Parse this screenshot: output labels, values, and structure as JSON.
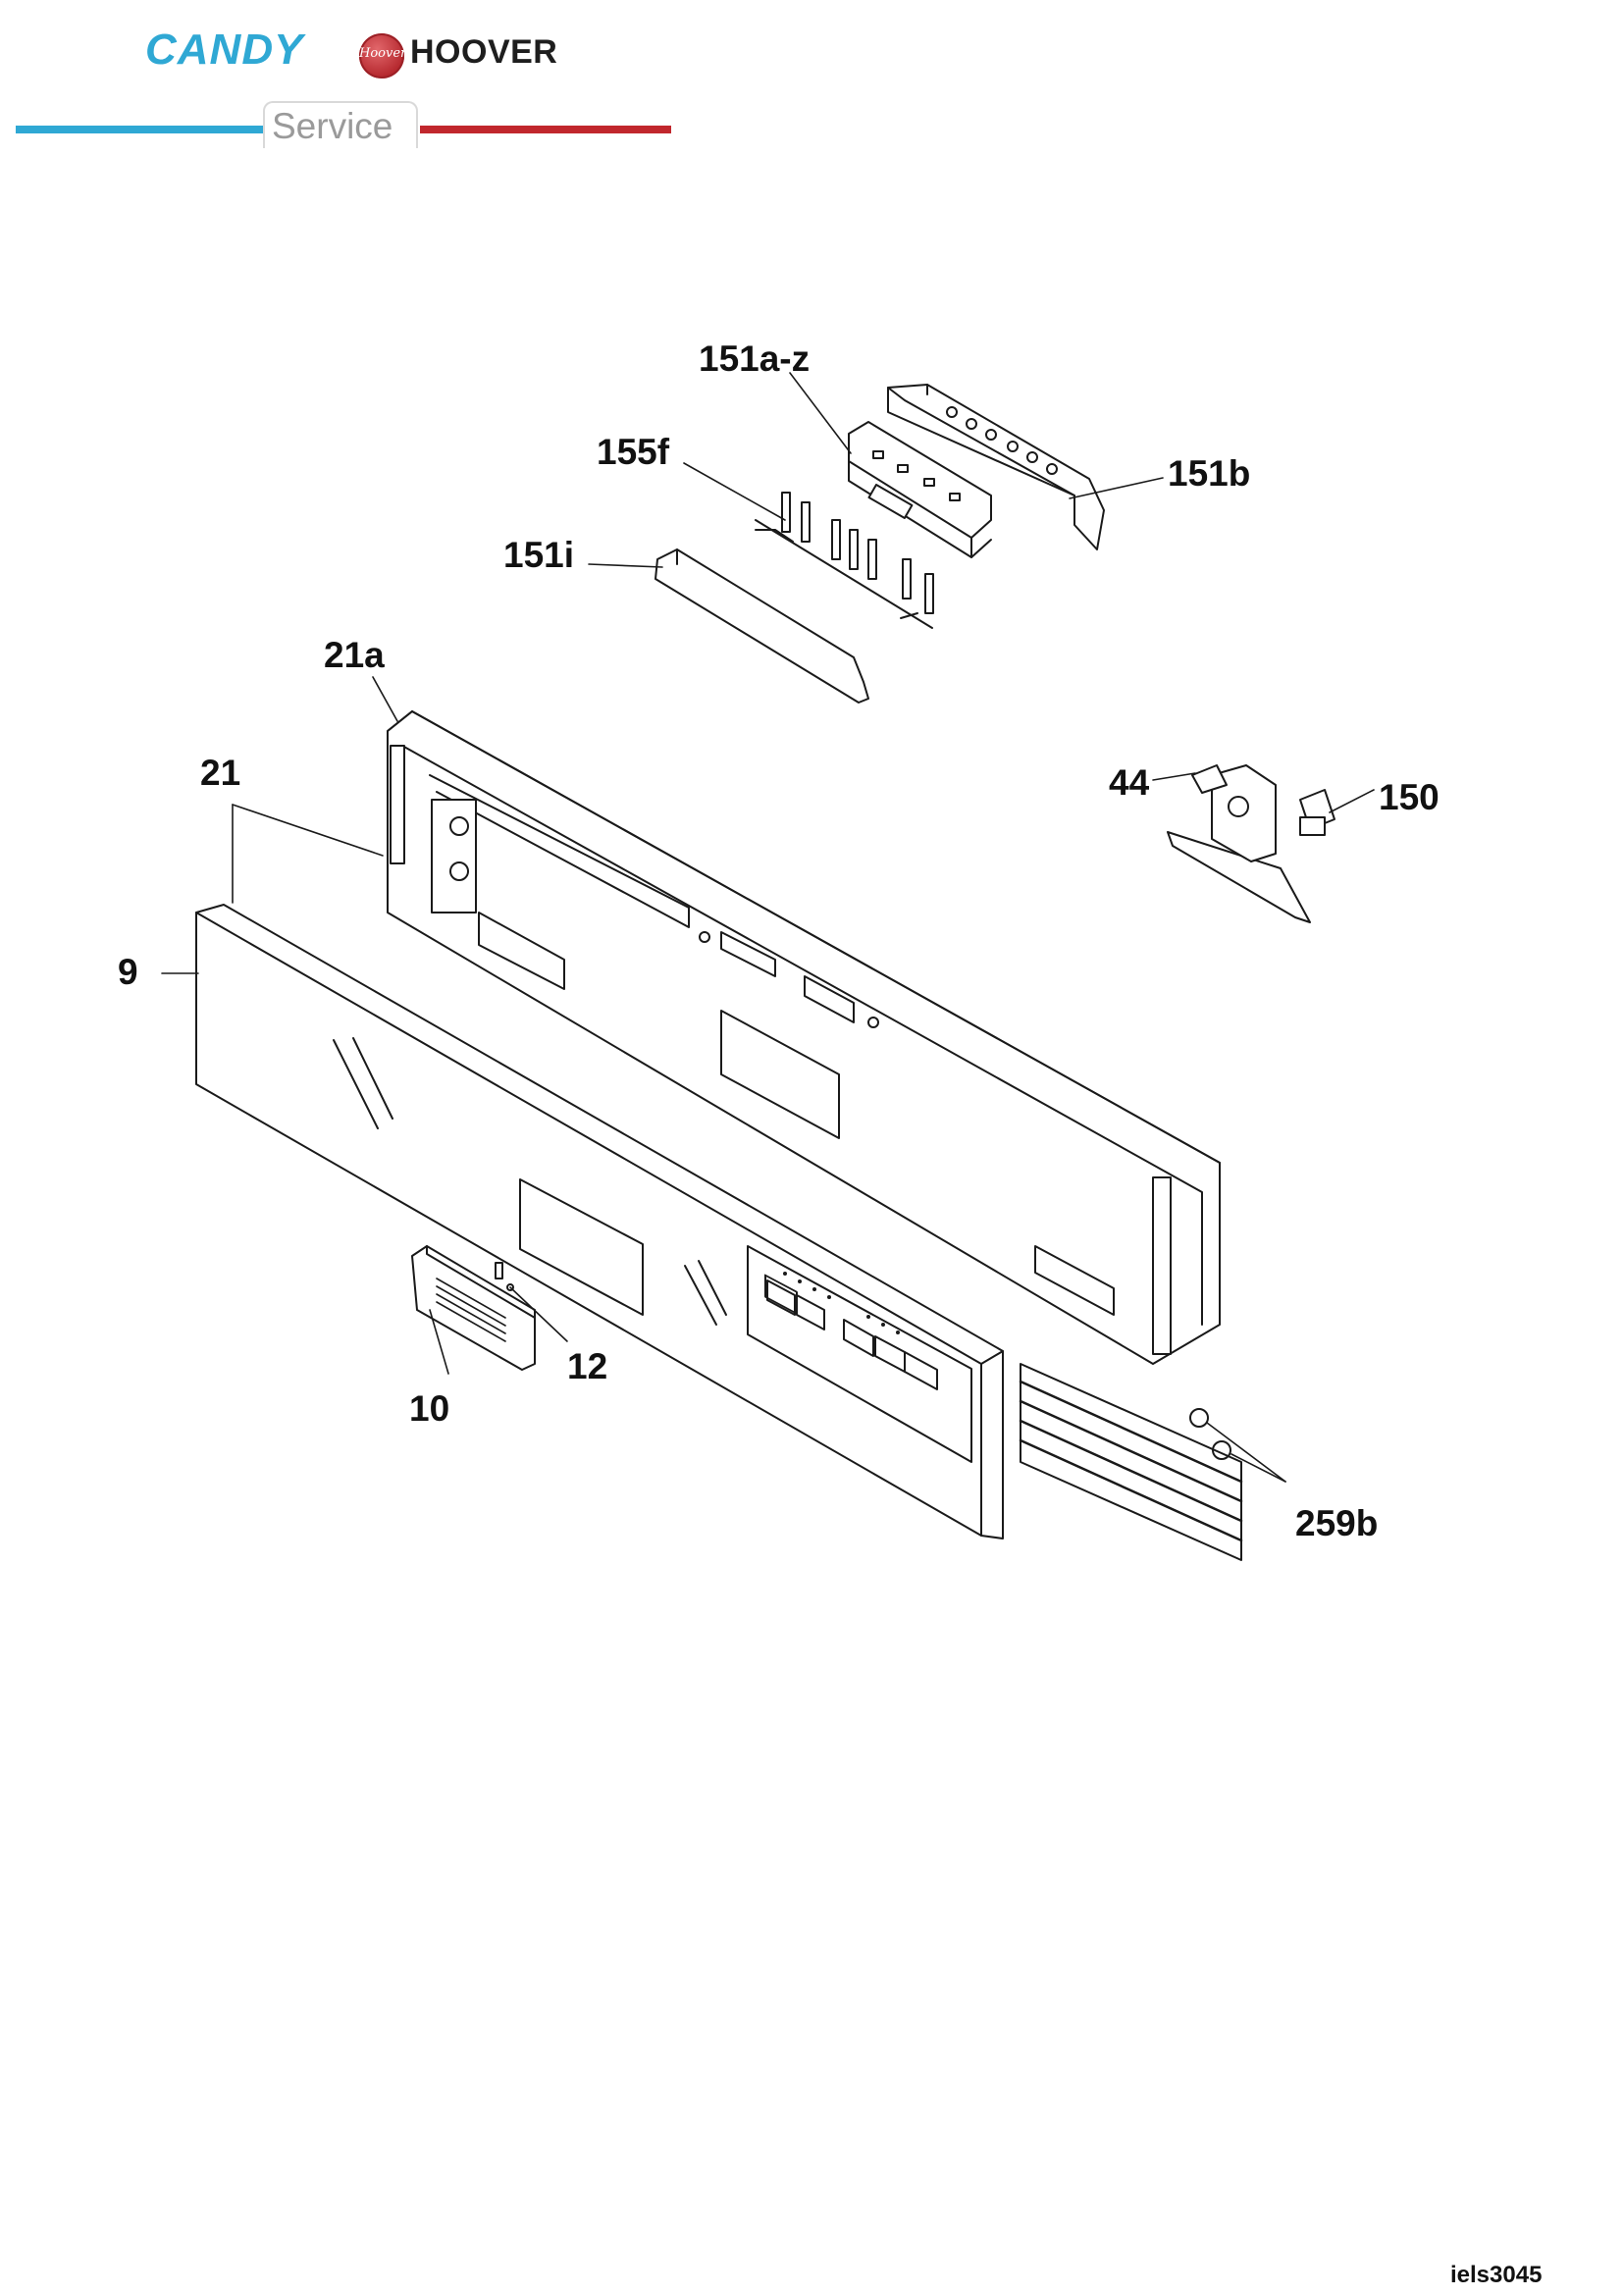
{
  "header": {
    "brand_candy": "CANDY",
    "brand_hoover": "HOOVER",
    "hoover_badge_text": "Hoover",
    "service_label": "Service",
    "colors": {
      "candy_blue": "#2fa8d4",
      "hoover_red": "#c1272d",
      "service_grey": "#9a9a9a"
    }
  },
  "diagram": {
    "callouts": [
      "151a-z",
      "151b",
      "155f",
      "151i",
      "21a",
      "44",
      "150",
      "21",
      "9",
      "12",
      "10",
      "259b"
    ]
  },
  "footer": {
    "reference": "iels3045"
  }
}
